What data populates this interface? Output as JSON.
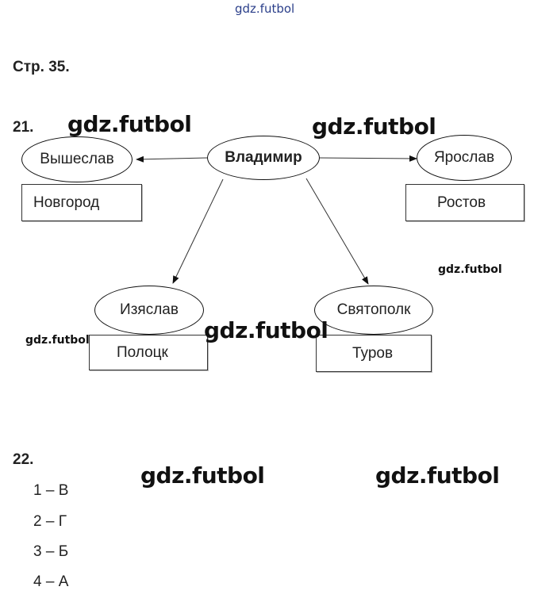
{
  "watermarks": {
    "top": "gdz.futbol",
    "big_1": "gdz.futbol",
    "big_2": "gdz.futbol",
    "big_3": "gdz.futbol",
    "big_4": "gdz.futbol",
    "big_5": "gdz.futbol",
    "small_1": "gdz.futbol",
    "small_2": "gdz.futbol"
  },
  "page_ref": "Стр. 35.",
  "task21": {
    "number": "21.",
    "center": "Владимир",
    "sons": [
      {
        "name": "Вышеслав",
        "city": "Новгород"
      },
      {
        "name": "Ярослав",
        "city": "Ростов"
      },
      {
        "name": "Изяслав",
        "city": "Полоцк"
      },
      {
        "name": "Святополк",
        "city": "Туров"
      }
    ]
  },
  "task22": {
    "number": "22.",
    "answers": [
      "1 – В",
      "2 – Г",
      "3 – Б",
      "4 – А"
    ]
  }
}
